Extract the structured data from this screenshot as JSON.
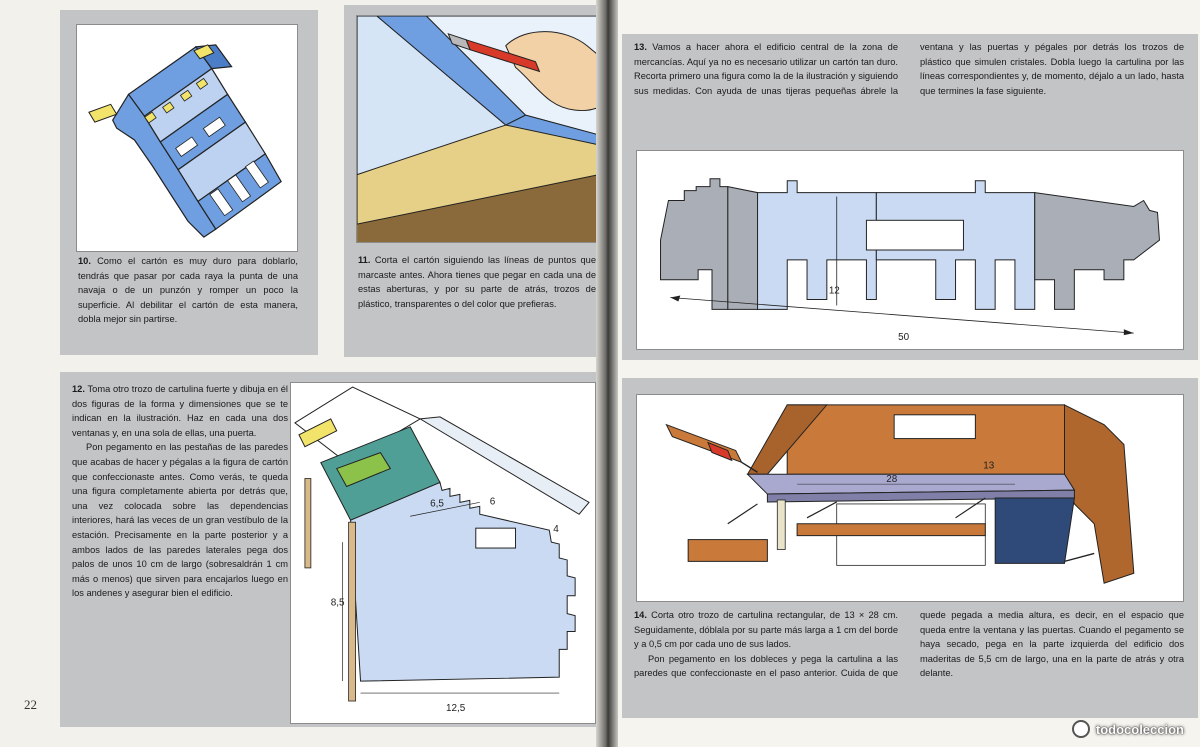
{
  "left_page": {
    "page_number": "22",
    "step10": {
      "number": "10.",
      "text": "Como el cartón es muy duro para doblarlo, tendrás que pasar por cada raya la punta de una navaja o de un punzón y romper un poco la superficie. Al debilitar el cartón de esta manera, dobla mejor sin partirse."
    },
    "step11": {
      "number": "11.",
      "text": "Corta el cartón siguiendo las líneas de puntos que marcaste antes. Ahora tienes que pegar en cada una de estas aberturas, y por su parte de atrás, trozos de plástico, transparentes o del color que prefieras."
    },
    "step12": {
      "number": "12.",
      "text1": "Toma otro trozo de cartulina fuerte y dibuja en él dos figuras de la forma y dimensiones que se te indican en la ilustración. Haz en cada una dos ventanas y, en una sola de ellas, una puerta.",
      "text2": "Pon pegamento en las pestañas de las paredes que acabas de hacer y pégalas a la figura de cartón que confeccionaste antes. Como verás, te queda una figura completamente abierta por detrás que, una vez colocada sobre las dependencias interiores, hará las veces de un gran vestíbulo de la estación. Precisamente en la parte posterior y a ambos lados de las paredes laterales pega dos palos de unos 10 cm de largo (sobresaldrán 1 cm más o menos) que sirven para encajarlos luego en los andenes y asegurar bien el edificio.",
      "dims": {
        "d1": "6,5",
        "d2": "6",
        "d3": "4",
        "d4": "8,5",
        "d5": "12,5"
      }
    }
  },
  "right_page": {
    "step13": {
      "number": "13.",
      "text": "Vamos a hacer ahora el edificio central de la zona de mercancías. Aquí ya no es necesario utilizar un cartón tan duro. Recorta primero una figura como la de la ilustración y siguiendo sus medidas. Con ayuda de unas tijeras pequeñas ábrele la ventana y las puertas y pégales por detrás los trozos de plástico que simulen cristales. Dobla luego la cartulina por las líneas correspondientes y, de momento, déjalo a un lado, hasta que termines la fase siguiente.",
      "dims": {
        "height": "12",
        "length": "50"
      }
    },
    "step14": {
      "number": "14.",
      "text1": "Corta otro trozo de cartulina rectangular, de 13 × 28 cm. Seguidamente, dóblala por su parte más larga a 1 cm del borde y a 0,5 cm por cada uno de sus lados.",
      "text2": "Pon pegamento en los dobleces y pega la cartulina a las paredes que confeccionaste en el paso anterior. Cuida de que quede pegada a media altura, es decir, en el espacio que queda entre la ventana y las puertas. Cuando el pegamento se haya secado, pega en la parte izquierda del edificio dos maderitas de 5,5 cm de largo, una en la parte de atrás y otra delante.",
      "dims": {
        "width": "13",
        "length": "28"
      }
    }
  },
  "watermark": "todocoleccion",
  "colors": {
    "panel": "#c3c4c6",
    "building_blue": "#6f9fe0",
    "window_yellow": "#f2e36a",
    "wood_brown": "#c97a3a",
    "cardboard_gray": "#a9aeb7",
    "light_blue": "#c9daf2"
  }
}
